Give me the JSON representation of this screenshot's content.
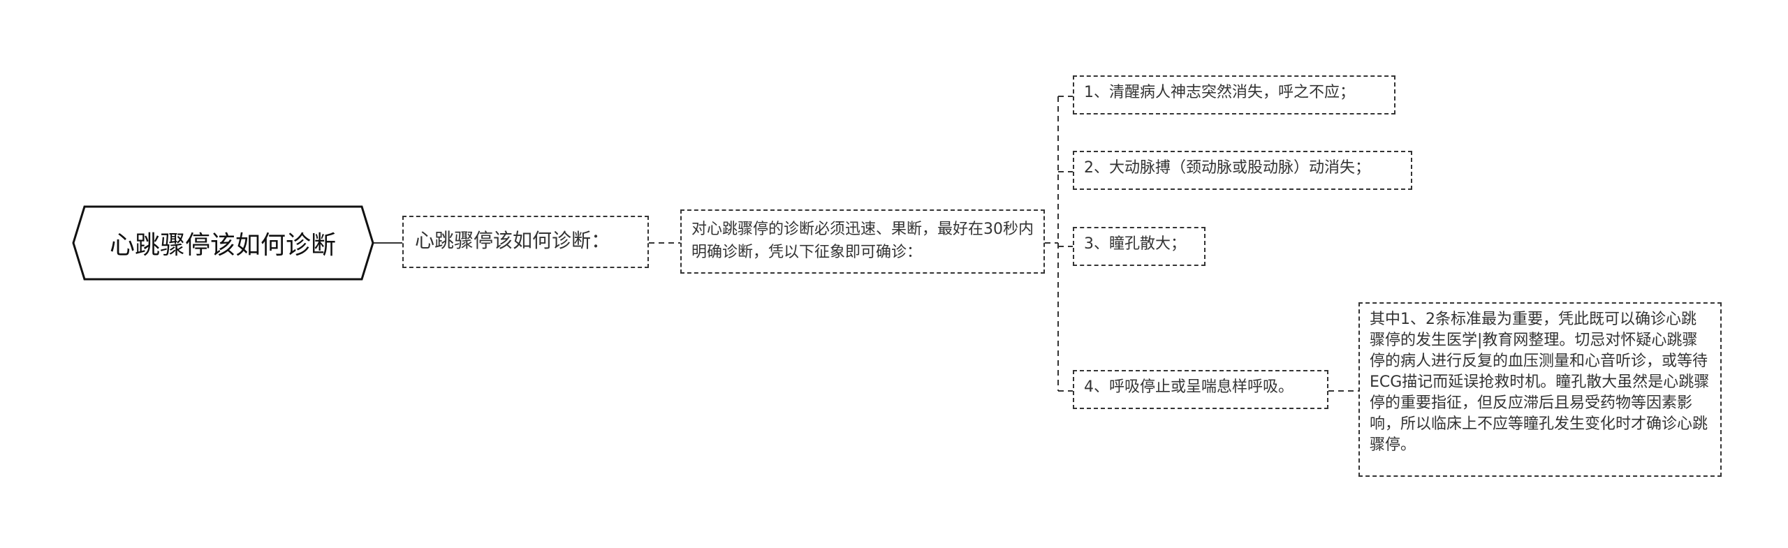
{
  "root": {
    "label": "心跳骤停该如何诊断"
  },
  "level1": {
    "label": "心跳骤停该如何诊断："
  },
  "level2": {
    "text": "对心跳骤停的诊断必须迅速、果断，最好在30秒内明确诊断，凭以下征象即可确诊："
  },
  "signs": [
    {
      "label": "1、清醒病人神志突然消失，呼之不应；"
    },
    {
      "label": "2、大动脉搏（颈动脉或股动脉）动消失；"
    },
    {
      "label": "3、瞳孔散大；"
    },
    {
      "label": "4、呼吸停止或呈喘息样呼吸。"
    }
  ],
  "note": {
    "text": "其中1、2条标准最为重要，凭此既可以确诊心跳骤停的发生医学|教育网整理。切忌对怀疑心跳骤停的病人进行反复的血压测量和心音听诊，或等待ECG描记而延误抢救时机。瞳孔散大虽然是心跳骤停的重要指征，但反应滞后且易受药物等因素影响，所以临床上不应等瞳孔发生变化时才确诊心跳骤停。"
  },
  "colors": {
    "line": "#333333",
    "text": "#333333",
    "background": "#ffffff"
  }
}
